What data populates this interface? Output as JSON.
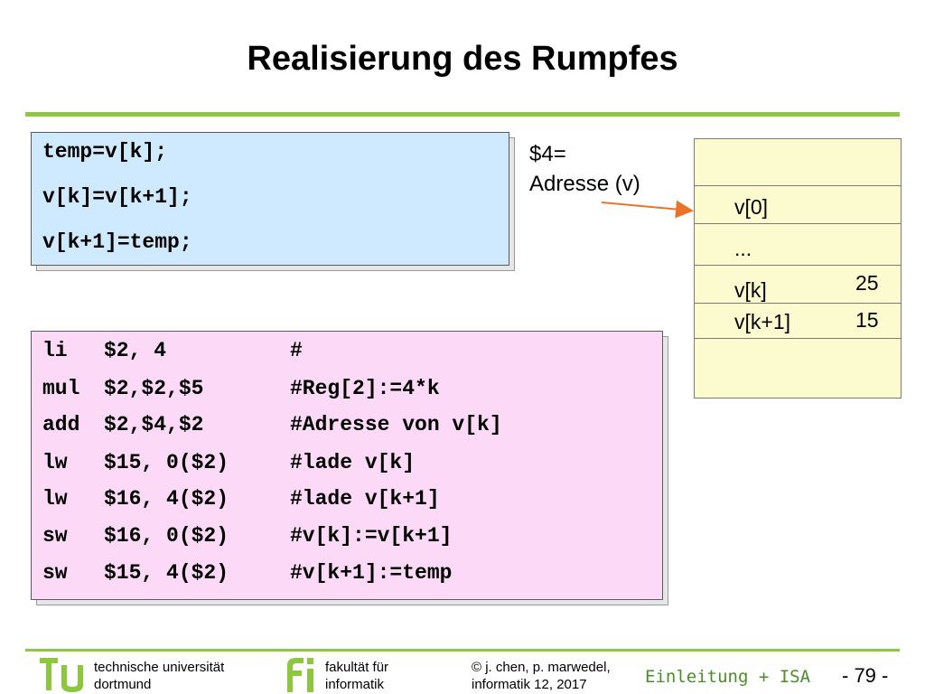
{
  "slide": {
    "title": "Realisierung des Rumpfes"
  },
  "c_code": {
    "lines": [
      "temp=v[k];",
      "v[k]=v[k+1];",
      "v[k+1]=temp;"
    ]
  },
  "register_note": {
    "line1": "$4=",
    "line2": "Adresse (v)"
  },
  "memory": {
    "rows": [
      {
        "label": "v[0]",
        "value": ""
      },
      {
        "label": "...",
        "value": ""
      },
      {
        "label": "v[k]",
        "value": "25"
      },
      {
        "label": "v[k+1]",
        "value": "15"
      }
    ]
  },
  "assembly": {
    "rows": [
      {
        "op": "li",
        "args": "$2, 4",
        "comment": "#"
      },
      {
        "op": "mul",
        "args": "$2,$2,$5",
        "comment": "#Reg[2]:=4*k"
      },
      {
        "op": "add",
        "args": "$2,$4,$2",
        "comment": "#Adresse von v[k]"
      },
      {
        "op": "lw",
        "args": "$15, 0($2)",
        "comment": "#lade v[k]"
      },
      {
        "op": "lw",
        "args": "$16, 4($2)",
        "comment": "#lade v[k+1]"
      },
      {
        "op": "sw",
        "args": "$16, 0($2)",
        "comment": "#v[k]:=v[k+1]"
      },
      {
        "op": "sw",
        "args": "$15, 4($2)",
        "comment": "#v[k+1]:=temp"
      }
    ]
  },
  "footer": {
    "tu_line1": "technische universität",
    "tu_line2": "dortmund",
    "fi_line1": "fakultät für",
    "fi_line2": "informatik",
    "copyright_line1": "© j. chen, p. marwedel,",
    "copyright_line2": "informatik 12,  2017",
    "topic": "Einleitung + ISA",
    "page": "-  79 -"
  },
  "colors": {
    "accent_green": "#8dc63f",
    "c_box": "#cfe9ff",
    "asm_box": "#fcd9f7",
    "memory_box": "#fbfbcf",
    "arrow": "#e8742a"
  }
}
